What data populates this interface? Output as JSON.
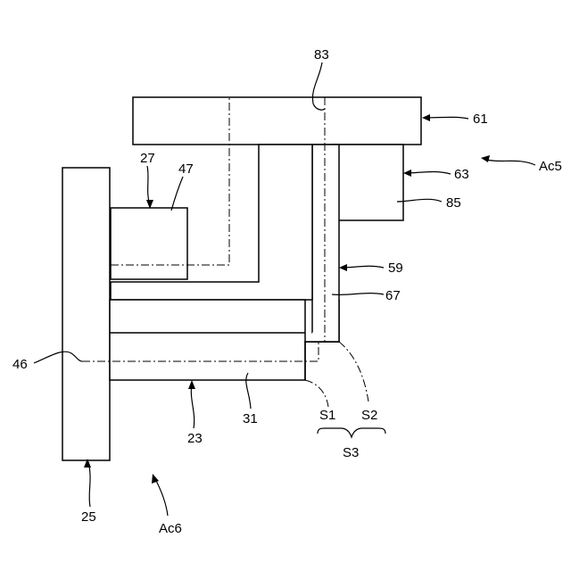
{
  "labels": {
    "l83": "83",
    "l61": "61",
    "l63": "63",
    "lAc5": "Ac5",
    "l85": "85",
    "l27": "27",
    "l47": "47",
    "l59": "59",
    "l67": "67",
    "l46": "46",
    "l23": "23",
    "l31": "31",
    "lS1": "S1",
    "lS2": "S2",
    "lS3": "S3",
    "l25": "25",
    "lAc6": "Ac6"
  }
}
